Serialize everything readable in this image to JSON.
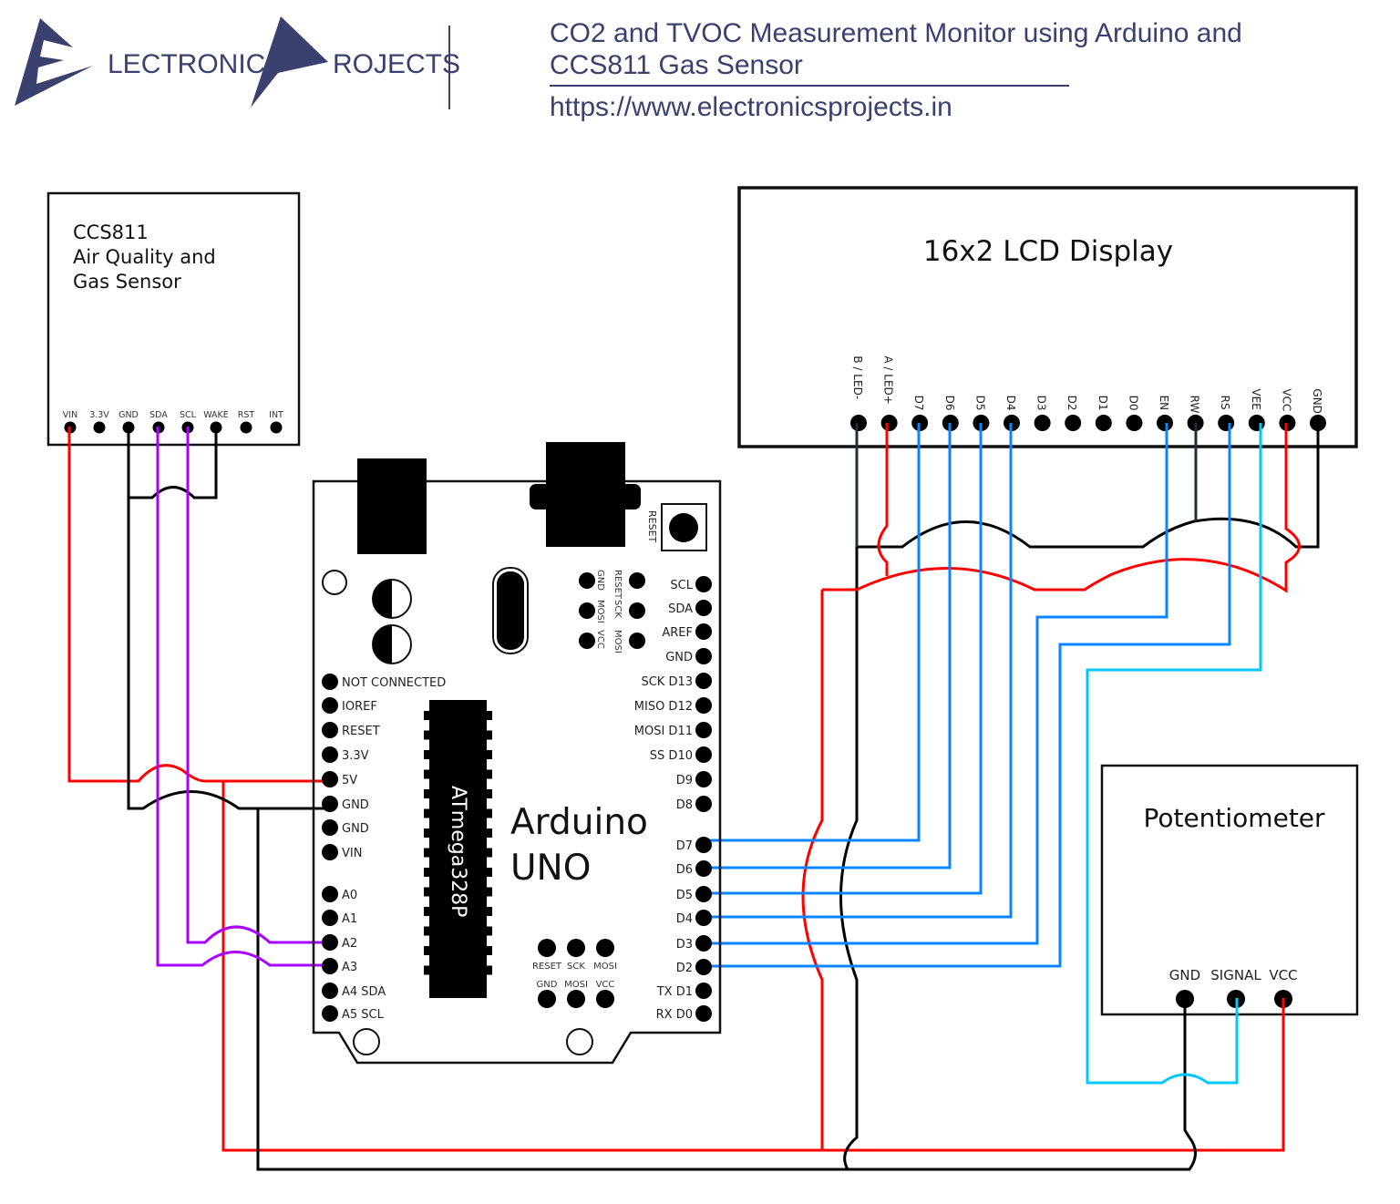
{
  "header": {
    "logo_word1": "LECTRONICS",
    "logo_word2": "ROJECTS",
    "title_line1": "CO2 and TVOC Measurement Monitor using Arduino and",
    "title_line2": "CCS811 Gas Sensor",
    "url": "https://www.electronicsprojects.in",
    "brand_color": "#3a416f"
  },
  "sensor": {
    "title_lines": [
      "CCS811",
      "Air Quality and",
      "Gas Sensor"
    ],
    "pins": [
      "VIN",
      "3.3V",
      "GND",
      "SDA",
      "SCL",
      "WAKE",
      "RST",
      "INT"
    ]
  },
  "lcd": {
    "title": "16x2 LCD Display",
    "pins": [
      "B / LED-",
      "A / LED+",
      "D7",
      "D6",
      "D5",
      "D4",
      "D3",
      "D2",
      "D1",
      "D0",
      "EN",
      "RW",
      "RS",
      "VEE",
      "VCC",
      "GND"
    ]
  },
  "arduino": {
    "title_line1": "Arduino",
    "title_line2": "UNO",
    "chip_label": "ATmega328P",
    "reset_label": "RESET",
    "left_pins": [
      "NOT CONNECTED",
      "IOREF",
      "RESET",
      "3.3V",
      "5V",
      "GND",
      "GND",
      "VIN",
      "A0",
      "A1",
      "A2",
      "A3",
      "A4  SDA",
      "A5  SCL"
    ],
    "right_pins_top": [
      "SCL",
      "SDA",
      "AREF",
      "GND",
      "SCK  D13",
      "MISO  D12",
      "MOSI  D11",
      "SS  D10",
      "D9",
      "D8"
    ],
    "right_pins_bottom": [
      "D7",
      "D6",
      "D5",
      "D4",
      "D3",
      "D2",
      "TX  D1",
      "RX  D0"
    ],
    "icsp_top": [
      "GND",
      "RESET",
      "MOSI",
      "SCK",
      "VCC",
      "MOSI"
    ],
    "icsp_bottom_row1": [
      "RESET",
      "SCK",
      "MOSI"
    ],
    "icsp_bottom_row2": [
      "GND",
      "MOSI",
      "VCC"
    ]
  },
  "potentiometer": {
    "title": "Potentiometer",
    "pins": [
      "GND",
      "SIGNAL",
      "VCC"
    ]
  },
  "wire_colors": {
    "power": "#ff0000",
    "ground": "#000000",
    "i2c": "#aa00ff",
    "data": "#0a84ff",
    "contrast": "#00c8ff",
    "backlight_gnd": "#1f2f33"
  },
  "connections": [
    {
      "from": "CCS811 VIN",
      "to": "Arduino 5V",
      "color": "power"
    },
    {
      "from": "CCS811 GND",
      "to": "Arduino GND",
      "color": "ground"
    },
    {
      "from": "CCS811 WAKE",
      "to": "CCS811 GND",
      "color": "ground"
    },
    {
      "from": "CCS811 SDA",
      "to": "Arduino A3",
      "color": "i2c"
    },
    {
      "from": "CCS811 SCL",
      "to": "Arduino A2",
      "color": "i2c"
    },
    {
      "from": "LCD D7",
      "to": "Arduino D7",
      "color": "data"
    },
    {
      "from": "LCD D6",
      "to": "Arduino D6",
      "color": "data"
    },
    {
      "from": "LCD D5",
      "to": "Arduino D5",
      "color": "data"
    },
    {
      "from": "LCD D4",
      "to": "Arduino D4",
      "color": "data"
    },
    {
      "from": "LCD EN",
      "to": "Arduino D3",
      "color": "data"
    },
    {
      "from": "LCD RS",
      "to": "Arduino D2",
      "color": "data"
    },
    {
      "from": "LCD VEE",
      "to": "Potentiometer SIGNAL",
      "color": "contrast"
    },
    {
      "from": "LCD VCC / A",
      "to": "5V rail",
      "color": "power"
    },
    {
      "from": "LCD GND / RW / B",
      "to": "GND rail",
      "color": "ground"
    },
    {
      "from": "Potentiometer VCC",
      "to": "5V rail",
      "color": "power"
    },
    {
      "from": "Potentiometer GND",
      "to": "GND rail",
      "color": "ground"
    }
  ]
}
